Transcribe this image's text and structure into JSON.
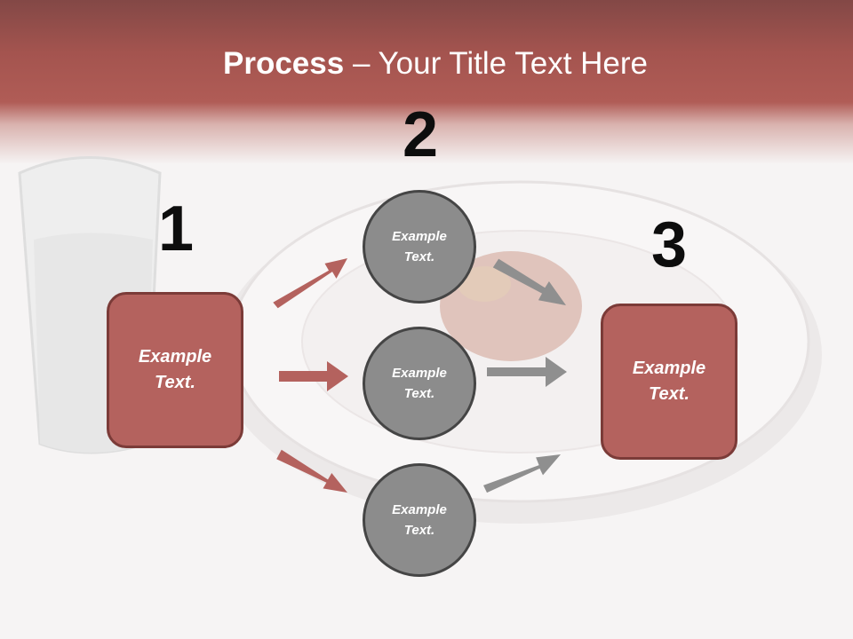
{
  "title": {
    "bold": "Process",
    "rest": " – Your Title Text Here"
  },
  "steps": {
    "one": "1",
    "two": "2",
    "three": "3"
  },
  "left_box": {
    "label": "Example Text."
  },
  "circles": [
    {
      "label": "Example Text."
    },
    {
      "label": "Example Text."
    },
    {
      "label": "Example Text."
    }
  ],
  "right_box": {
    "label": "Example Text."
  },
  "colors": {
    "header": "#a4544f",
    "box_fill": "#b4625e",
    "box_border": "#7b3b38",
    "circle_fill": "#8c8c8c",
    "circle_border": "#454545",
    "red_arrow": "#b4625e",
    "gray_arrow": "#8f8f8f"
  }
}
